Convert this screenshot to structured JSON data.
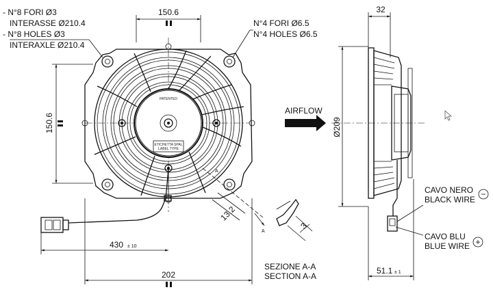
{
  "front_view": {
    "width_dim": "150.6",
    "height_dim": "150.6",
    "cable_length_main": "430",
    "cable_length_tol": "± 10",
    "bottom_width_dim": "202",
    "dim_13_2": "13.2",
    "holes_small": {
      "line1": "- N°8 FORI Ø3",
      "line2": "INTERASSE Ø210.4",
      "line3": "- N°8 HOLES Ø3",
      "line4": "INTERAXLE Ø210.4"
    },
    "holes_large": {
      "line1": "N°4 FORI Ø6.5",
      "line2": "N°4 HOLES Ø6.5"
    },
    "hub_text": "PATENTED",
    "label_line1": "ETICHETTA SPAL",
    "label_line2": "LABEL TYPE",
    "section_marker": "A",
    "section_marker2": "A"
  },
  "airflow_label": "AIRFLOW",
  "section": {
    "dim_3": "3",
    "title_it": "SEZIONE A-A",
    "title_en": "SECTION A-A"
  },
  "side_view": {
    "depth_dim": "32",
    "diameter_dim": "Ø209",
    "total_depth_main": "51.1",
    "total_depth_tol": "± 1"
  },
  "wires": {
    "black_it": "CAVO NERO",
    "black_en": "BLACK WIRE",
    "black_symbol": "−",
    "blue_it": "CAVO BLU",
    "blue_en": "BLUE WIRE",
    "blue_symbol": "+"
  }
}
